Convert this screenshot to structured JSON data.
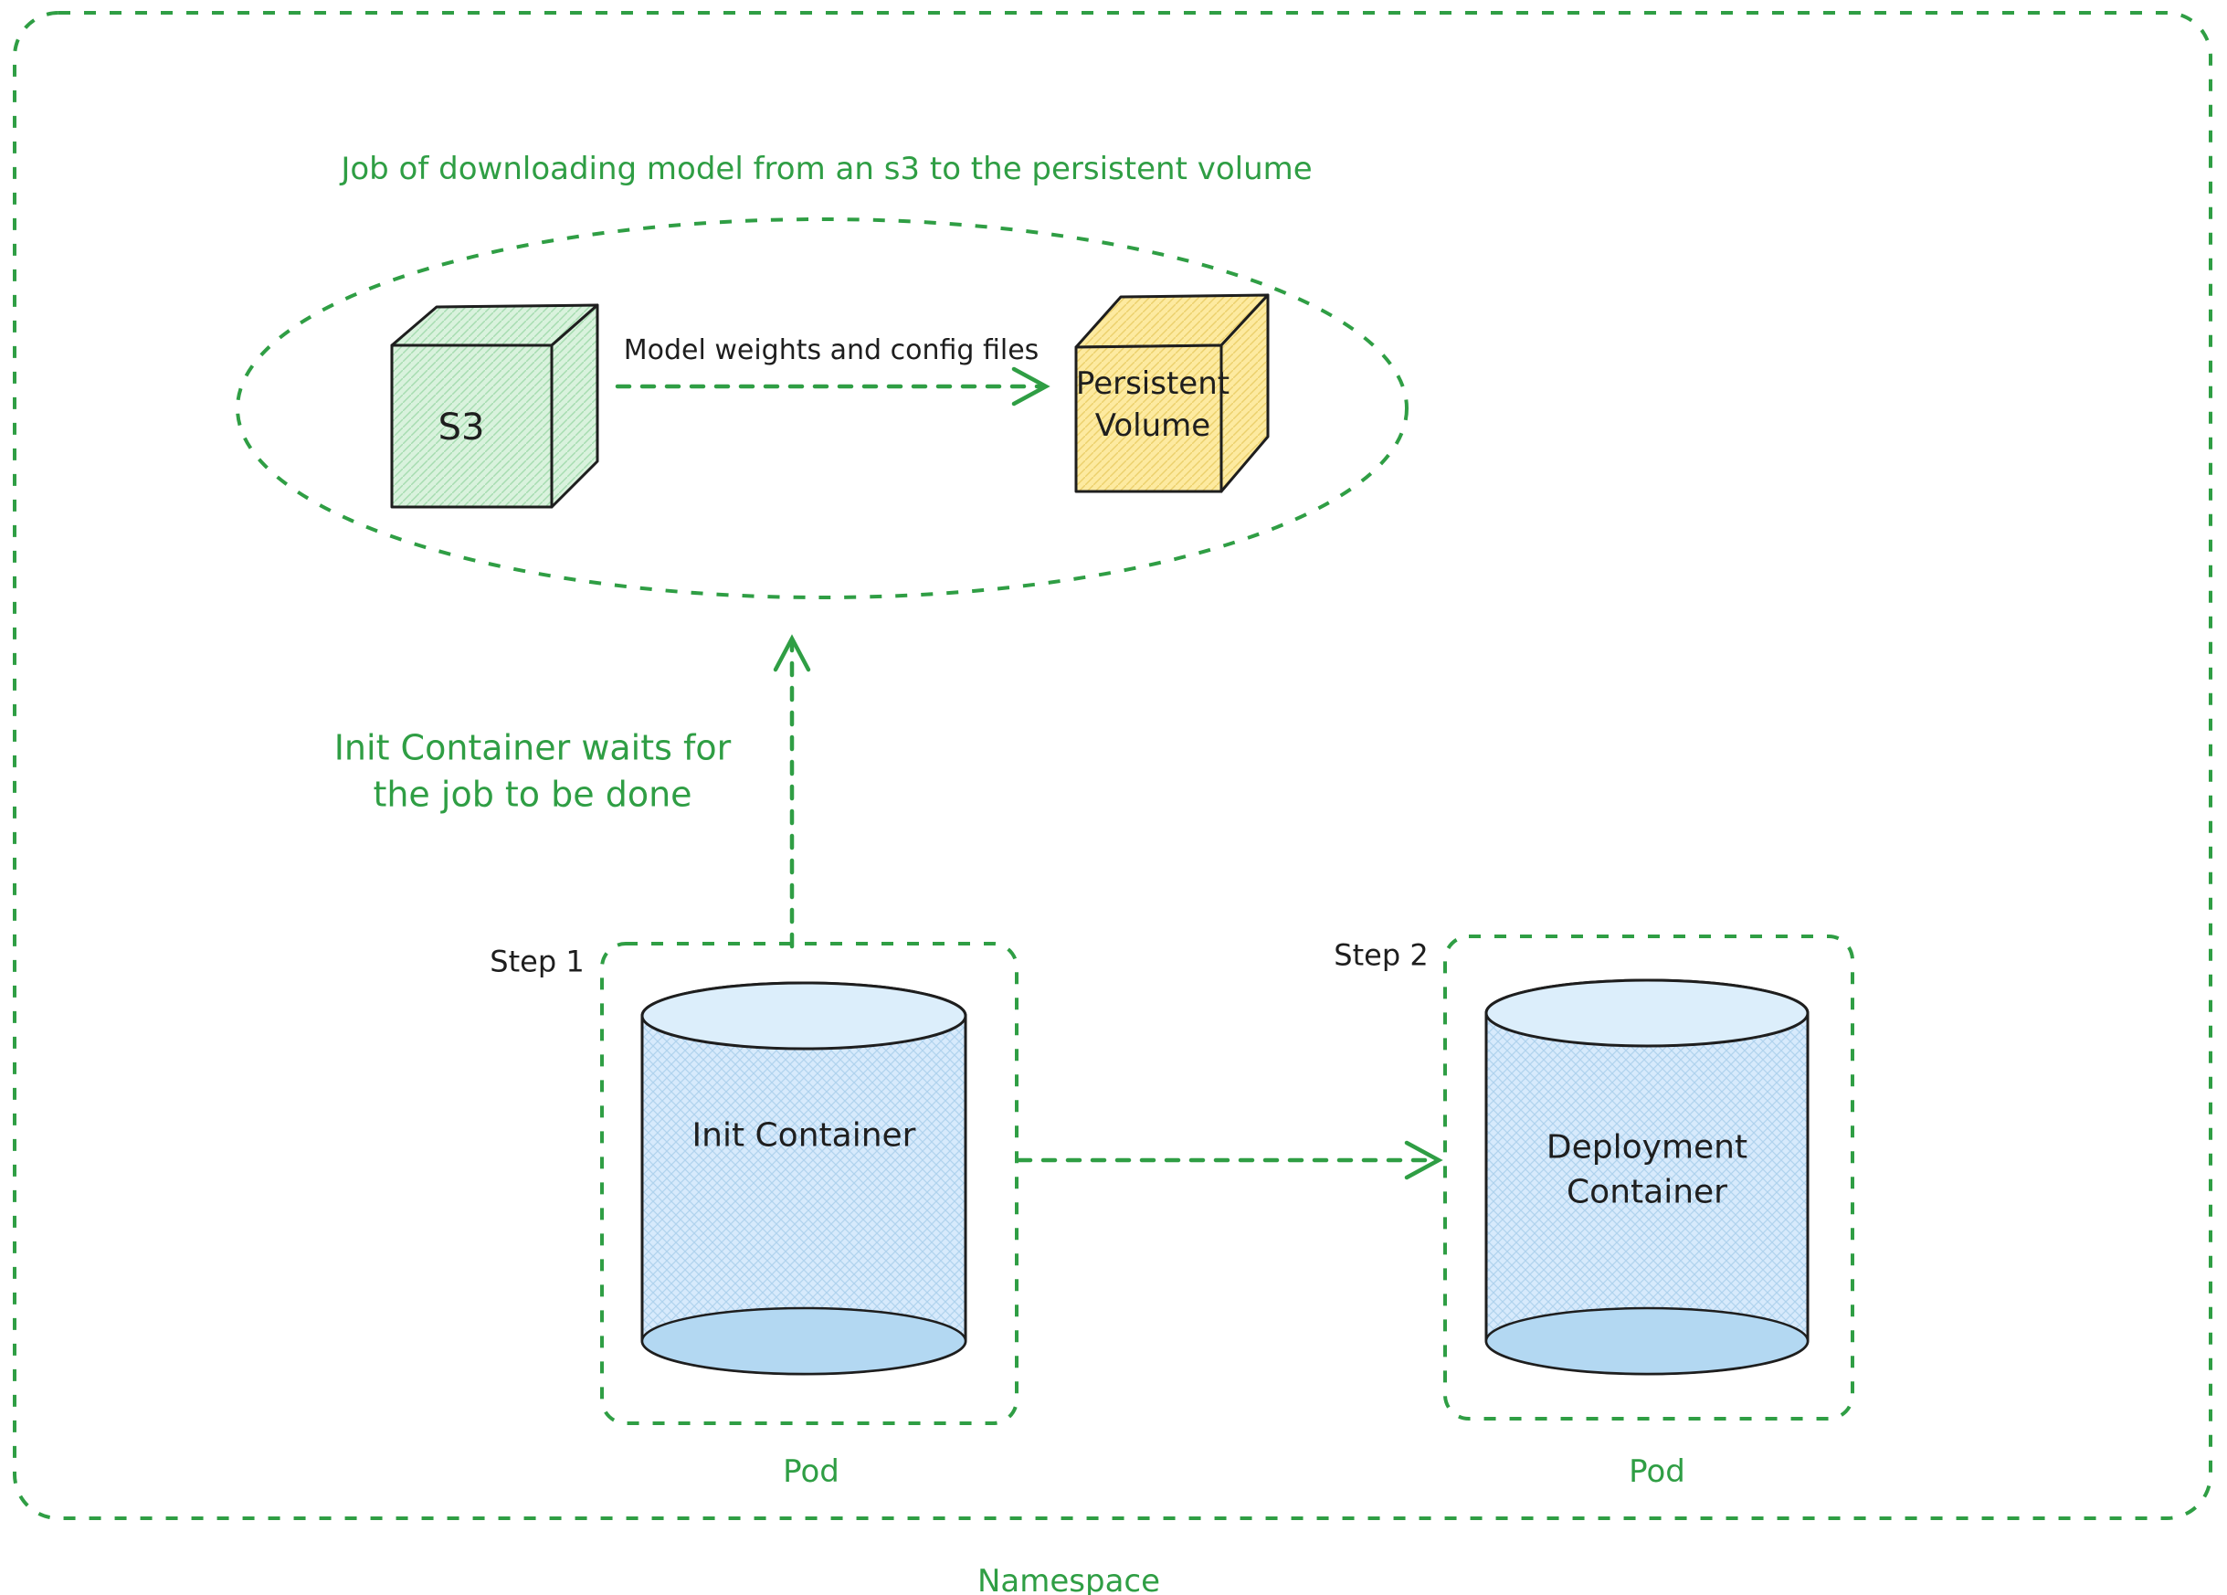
{
  "colors": {
    "accent_green": "#2f9e44",
    "outline_dark": "#1e1e1e",
    "s3_fill": "#d9f2dd",
    "s3_hatch": "#a6dcb0",
    "pv_fill": "#fdeaa0",
    "pv_hatch": "#ecd06c",
    "cylinder_fill": "#d7eafc",
    "cylinder_hatch": "#b0d3ee",
    "cylinder_band": "#b3d8f2"
  },
  "namespace": {
    "label": "Namespace"
  },
  "job": {
    "title": "Job of downloading model from an s3 to the persistent volume",
    "s3_label": "S3",
    "transfer_label": "Model weights and config files",
    "pv_label_line1": "Persistent",
    "pv_label_line2": "Volume"
  },
  "wait_note": {
    "line1": "Init Container waits for",
    "line2": "the job to be done"
  },
  "step1": {
    "label": "Step 1",
    "container_label": "Init Container",
    "pod_label": "Pod"
  },
  "step2": {
    "label": "Step 2",
    "container_line1": "Deployment",
    "container_line2": "Container",
    "pod_label": "Pod"
  }
}
